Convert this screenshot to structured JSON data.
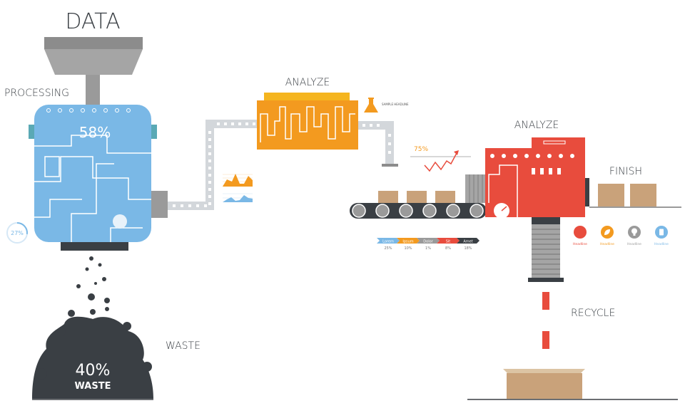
{
  "labels": {
    "data": "DATA",
    "processing": "PROCESSING",
    "analyze_1": "ANALYZE",
    "analyze_2": "ANALYZE",
    "finish": "FINISH",
    "recycle": "RECYCLE",
    "waste": "WASTE",
    "sample_headline": "SAMPLE HEADLINE"
  },
  "processing_machine": {
    "percent": "58%"
  },
  "small_gauge": {
    "percent": "27%",
    "value": 27
  },
  "waste_pile": {
    "percent": "40%",
    "label": "WASTE"
  },
  "trend": {
    "percent": "75%"
  },
  "steps": [
    {
      "label": "Lorem",
      "value": "25%",
      "color": "#7ab8e6"
    },
    {
      "label": "Ipsum",
      "value": "10%",
      "color": "#f39a1f"
    },
    {
      "label": "Dolor",
      "value": "1%",
      "color": "#9a9a9a"
    },
    {
      "label": "Sit",
      "value": "8%",
      "color": "#e84c3d"
    },
    {
      "label": "Amet",
      "value": "18%",
      "color": "#3a3f44"
    }
  ],
  "icons": [
    {
      "name": "circle-icon",
      "label": "Headline",
      "color": "#e84c3d"
    },
    {
      "name": "leaf-icon",
      "label": "Headline",
      "color": "#f39a1f"
    },
    {
      "name": "lightbulb-icon",
      "label": "Headline",
      "color": "#9a9a9a"
    },
    {
      "name": "fuel-icon",
      "label": "Headline",
      "color": "#7ab8e6"
    }
  ],
  "colors": {
    "blue": "#7ab8e6",
    "orange": "#f39a1f",
    "red": "#e84c3d",
    "dark": "#3a3f44",
    "tan": "#c9a27a",
    "gray": "#9a9a9a"
  }
}
